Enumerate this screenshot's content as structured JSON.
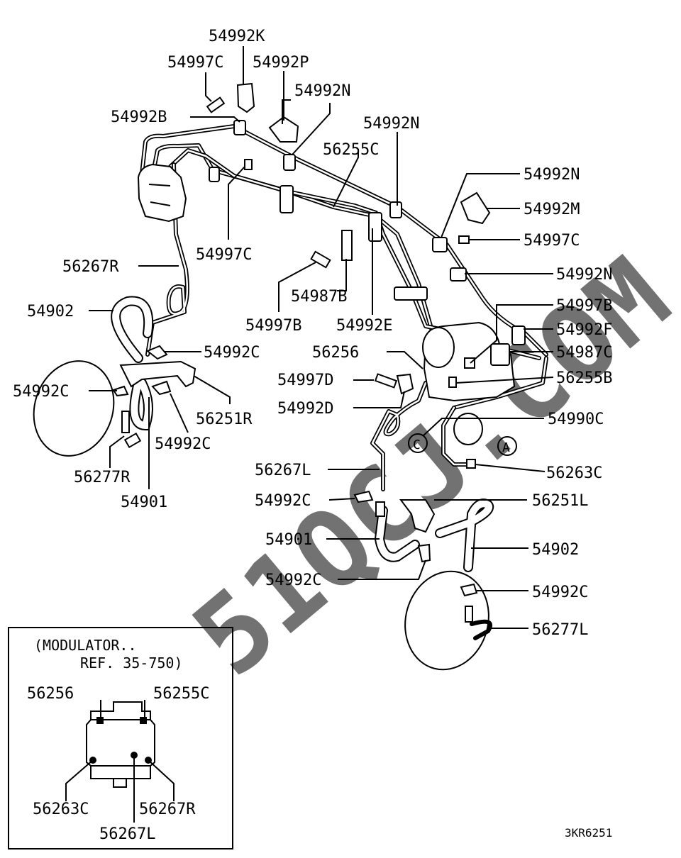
{
  "watermark": "51QCJ.COM",
  "diagram_code": "3KR6251",
  "inset": {
    "note_line1": "(MODULATOR..",
    "note_line2": "REF. 35-750)",
    "labels": {
      "top_left": "56256",
      "top_right": "56255C",
      "bottom_left": "56263C",
      "bottom_right": "56267R",
      "bottom_center": "56267L"
    }
  },
  "callouts": {
    "c": "C",
    "a": "A"
  },
  "labels": {
    "l_54992K": "54992K",
    "l_54997C_top": "54997C",
    "l_54992P": "54992P",
    "l_54992N_1": "54992N",
    "l_54992B": "54992B",
    "l_54992N_2": "54992N",
    "l_56255C": "56255C",
    "l_54992N_3": "54992N",
    "l_54992M": "54992M",
    "l_54997C_right": "54997C",
    "l_54992N_4": "54992N",
    "l_54997C_mid": "54997C",
    "l_56267R": "56267R",
    "l_54987B": "54987B",
    "l_54997B_left": "54997B",
    "l_54992E": "54992E",
    "l_54997B_right": "54997B",
    "l_54992F": "54992F",
    "l_54902_left": "54902",
    "l_54992C_a": "54992C",
    "l_56256": "56256",
    "l_54987C": "54987C",
    "l_54992C_left": "54992C",
    "l_54997D": "54997D",
    "l_56255B": "56255B",
    "l_56251R": "56251R",
    "l_54992D": "54992D",
    "l_54990C": "54990C",
    "l_54992C_b": "54992C",
    "l_56277R": "56277R",
    "l_54901_left": "54901",
    "l_56267L": "56267L",
    "l_56263C": "56263C",
    "l_54992C_c": "54992C",
    "l_56251L": "56251L",
    "l_54901_right": "54901",
    "l_54902_right": "54902",
    "l_54992C_d": "54992C",
    "l_54992C_e": "54992C",
    "l_56277L": "56277L"
  }
}
